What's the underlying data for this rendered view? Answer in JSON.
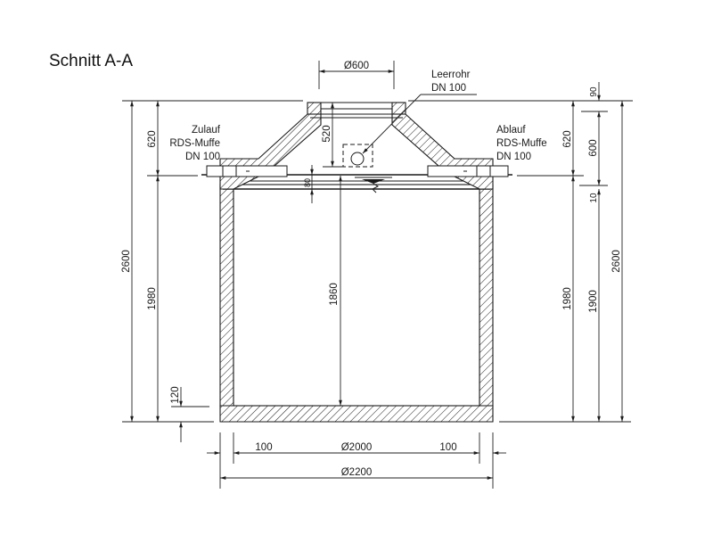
{
  "title": "Schnitt A-A",
  "labels": {
    "inlet": [
      "Zulauf",
      "RDS-Muffe",
      "DN 100"
    ],
    "outlet": [
      "Ablauf",
      "RDS-Muffe",
      "DN 100"
    ],
    "conduit": [
      "Leerrohr",
      "DN 100"
    ]
  },
  "dimensions": {
    "top_opening": "Ø600",
    "cone_height_center": "520",
    "cover_gap": "80",
    "inner_height": "1860",
    "left_total": "2600",
    "left_cone": "620",
    "left_body": "1980",
    "left_floor": "120",
    "right_cone": "620",
    "right_body": "1980",
    "right_top": "90",
    "right_mid": "600",
    "right_gap": "10",
    "right_lower": "1900",
    "right_total": "2600",
    "wall_left": "100",
    "inner_diameter": "Ø2000",
    "wall_right": "100",
    "outer_diameter": "Ø2200"
  },
  "colors": {
    "line": "#1a1a1a",
    "background": "#ffffff"
  }
}
